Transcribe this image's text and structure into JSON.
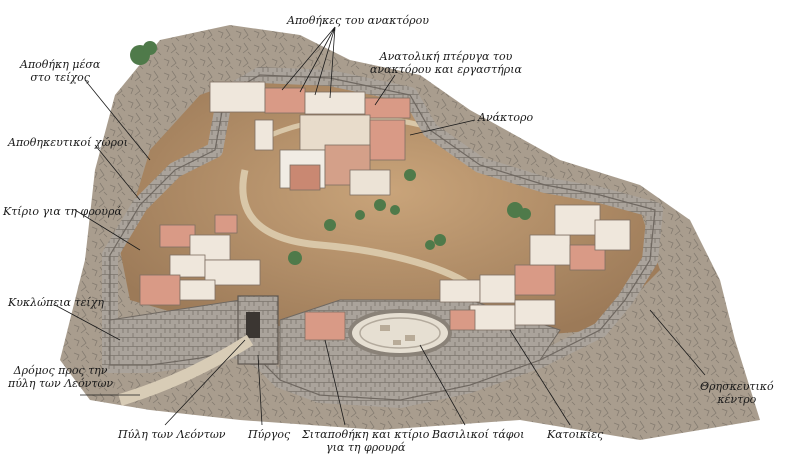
{
  "labels": {
    "storerooms_palace": "Αποθήκες του ανακτόρου",
    "east_wing_1": "Ανατολική πτέρυγα του",
    "east_wing_2": "ανακτόρου και εργαστήρια",
    "palace": "Ανάκτορο",
    "storeroom_wall_1": "Αποθήκη μέσα",
    "storeroom_wall_2": "στο τείχος",
    "storage_areas": "Αποθηκευτικοί χώροι",
    "guard_building": "Κτίριο για τη φρουρά",
    "cyclopean_walls": "Κυκλώπεια τείχη",
    "road_1": "Δρόμος προς την",
    "road_2": "πύλη των Λεόντων",
    "lion_gate": "Πύλη των Λεόντων",
    "tower": "Πύργος",
    "granary_1": "Σιταποθήκη και κτίριο",
    "granary_2": "για τη φρουρά",
    "royal_tombs": "Βασιλικοί τάφοι",
    "houses": "Κατοικίες",
    "religious_1": "Θρησκευτικό",
    "religious_2": "κέντρο"
  },
  "colors": {
    "wall_stone": "#a9a29a",
    "wall_dark": "#6f6861",
    "hill_earth": "#b8926a",
    "rock_grey": "#8a8580",
    "roof_pink": "#d99a86",
    "building_white": "#f1ece4",
    "vegetation": "#4f7a4a",
    "leader_line": "#1a1a1a"
  }
}
